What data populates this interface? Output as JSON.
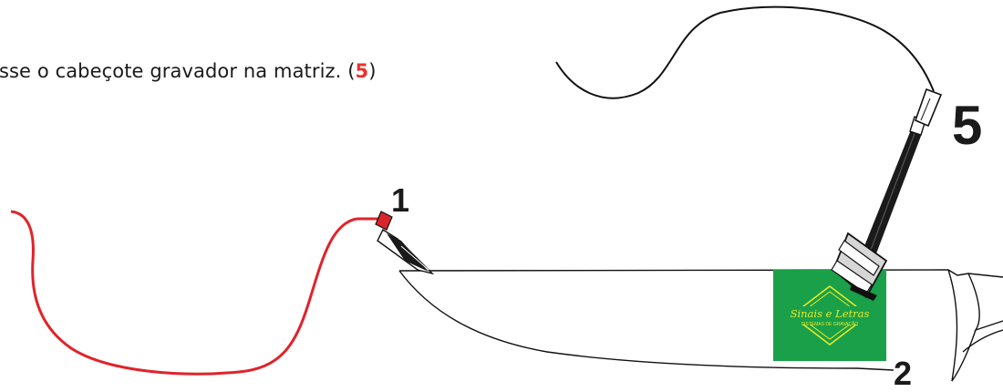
{
  "instruction": {
    "prefix": "asse o cabeçote gravador na matriz. (",
    "step_number": "5",
    "suffix": ")"
  },
  "labels": {
    "clip": "1",
    "head": "5",
    "knife": "2"
  },
  "logo": {
    "brand": "Sinais e Letras",
    "tagline": "SISTEMAS DE GRAVAÇÃO"
  },
  "colors": {
    "cable_red": "#e0232b",
    "step_number": "#e8322b",
    "matrix_green": "#1aa048",
    "logo_yellow": "#e7e928",
    "outline": "#111111"
  },
  "icons": [
    "alligator-clip-icon",
    "engraving-head-icon"
  ]
}
